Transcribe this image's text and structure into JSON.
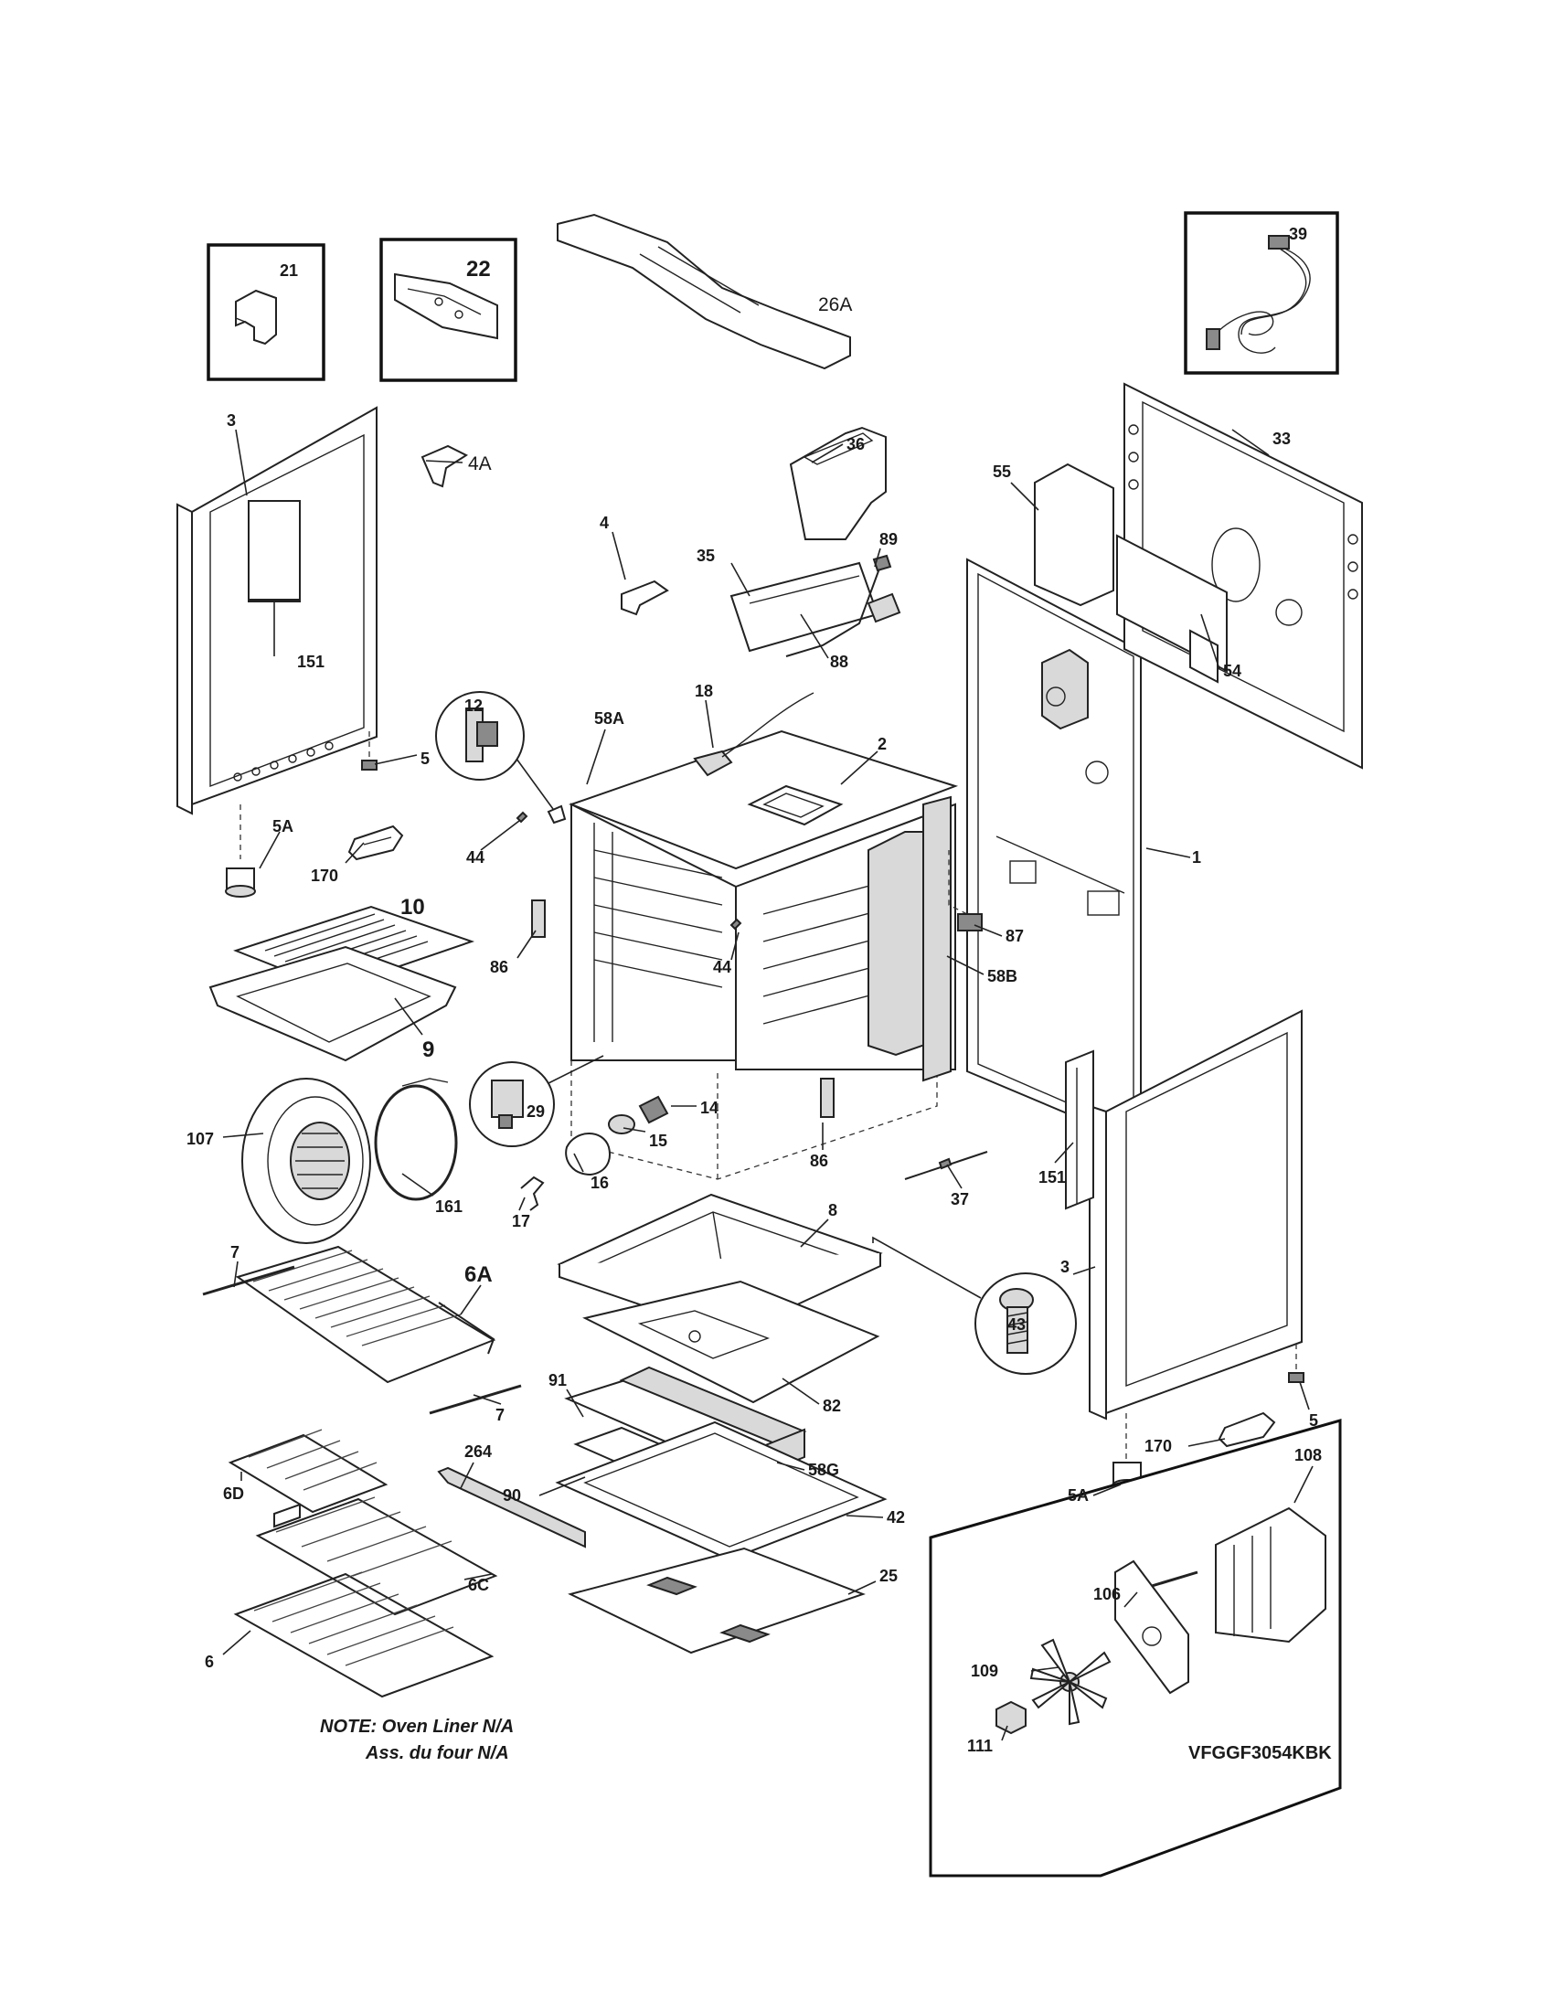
{
  "parts": [
    {
      "id": "21"
    },
    {
      "id": "22"
    },
    {
      "id": "26A"
    },
    {
      "id": "39"
    },
    {
      "id": "3a",
      "label": "3"
    },
    {
      "id": "4A"
    },
    {
      "id": "36"
    },
    {
      "id": "33"
    },
    {
      "id": "55"
    },
    {
      "id": "4"
    },
    {
      "id": "35"
    },
    {
      "id": "89"
    },
    {
      "id": "151a",
      "label": "151"
    },
    {
      "id": "88"
    },
    {
      "id": "54"
    },
    {
      "id": "12"
    },
    {
      "id": "58A"
    },
    {
      "id": "18"
    },
    {
      "id": "2"
    },
    {
      "id": "5a",
      "label": "5"
    },
    {
      "id": "5Aa",
      "label": "5A"
    },
    {
      "id": "44a",
      "label": "44"
    },
    {
      "id": "1"
    },
    {
      "id": "170a",
      "label": "170"
    },
    {
      "id": "10"
    },
    {
      "id": "87"
    },
    {
      "id": "44b",
      "label": "44"
    },
    {
      "id": "86a",
      "label": "86"
    },
    {
      "id": "58B"
    },
    {
      "id": "9"
    },
    {
      "id": "29"
    },
    {
      "id": "14"
    },
    {
      "id": "107"
    },
    {
      "id": "15"
    },
    {
      "id": "86b",
      "label": "86"
    },
    {
      "id": "151b",
      "label": "151"
    },
    {
      "id": "16"
    },
    {
      "id": "161"
    },
    {
      "id": "17"
    },
    {
      "id": "37"
    },
    {
      "id": "7a",
      "label": "7"
    },
    {
      "id": "8"
    },
    {
      "id": "6A"
    },
    {
      "id": "3b",
      "label": "3"
    },
    {
      "id": "43"
    },
    {
      "id": "7b",
      "label": "7"
    },
    {
      "id": "82"
    },
    {
      "id": "91"
    },
    {
      "id": "5b",
      "label": "5"
    },
    {
      "id": "170b",
      "label": "170"
    },
    {
      "id": "6D"
    },
    {
      "id": "264"
    },
    {
      "id": "108"
    },
    {
      "id": "58G"
    },
    {
      "id": "90"
    },
    {
      "id": "42"
    },
    {
      "id": "5Ab",
      "label": "5A"
    },
    {
      "id": "6C"
    },
    {
      "id": "106"
    },
    {
      "id": "25"
    },
    {
      "id": "6"
    },
    {
      "id": "109"
    },
    {
      "id": "111"
    }
  ],
  "labels": {
    "p21": "21",
    "p22": "22",
    "p26A": "26A",
    "p39": "39",
    "p3a": "3",
    "p4A": "4A",
    "p36": "36",
    "p33": "33",
    "p55": "55",
    "p4": "4",
    "p35": "35",
    "p89": "89",
    "p151a": "151",
    "p88": "88",
    "p54": "54",
    "p12": "12",
    "p58A": "58A",
    "p18": "18",
    "p2": "2",
    "p5a": "5",
    "p5Aa": "5A",
    "p44a": "44",
    "p1": "1",
    "p170a": "170",
    "p10": "10",
    "p87": "87",
    "p44b": "44",
    "p86a": "86",
    "p58B": "58B",
    "p9": "9",
    "p29": "29",
    "p14": "14",
    "p107": "107",
    "p15": "15",
    "p86b": "86",
    "p151b": "151",
    "p16": "16",
    "p161": "161",
    "p17": "17",
    "p37": "37",
    "p7a": "7",
    "p8": "8",
    "p6A": "6A",
    "p3b": "3",
    "p43": "43",
    "p7b": "7",
    "p82": "82",
    "p91": "91",
    "p5b": "5",
    "p170b": "170",
    "p6D": "6D",
    "p264": "264",
    "p108": "108",
    "p58G": "58G",
    "p90": "90",
    "p42": "42",
    "p5Ab": "5A",
    "p6C": "6C",
    "p106": "106",
    "p25": "25",
    "p6": "6",
    "p109": "109",
    "p111": "111"
  },
  "note": {
    "line1": "NOTE: Oven Liner N/A",
    "line2": "Ass. du four N/A"
  },
  "model": "VFGGF3054KBK"
}
